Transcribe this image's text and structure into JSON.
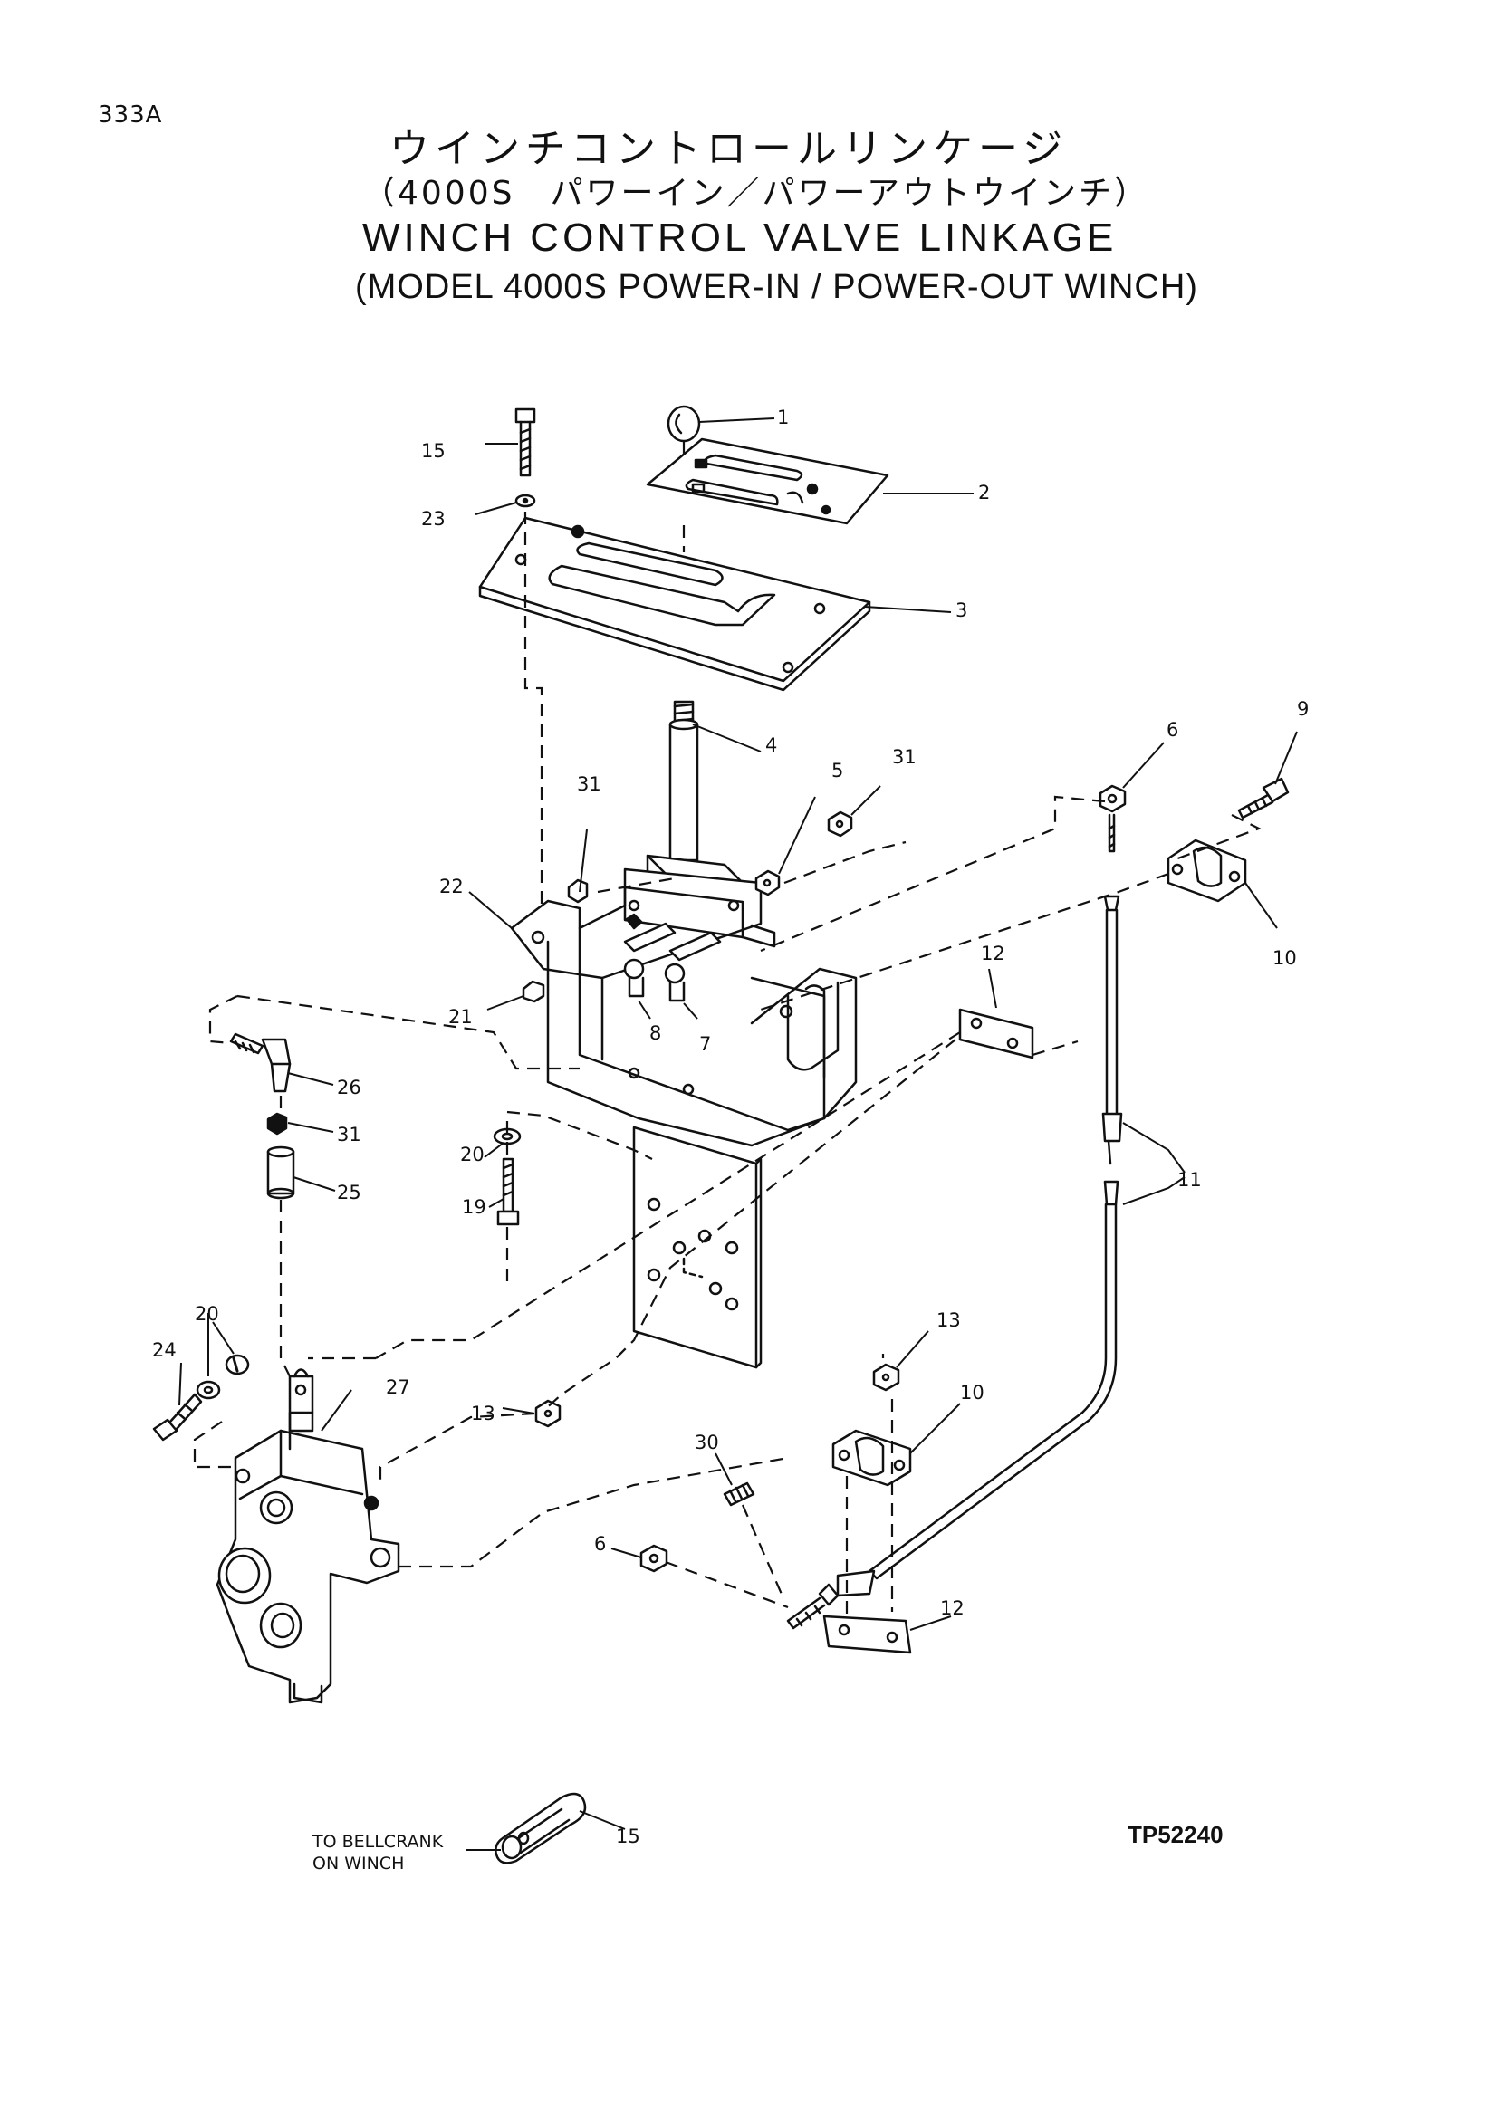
{
  "page_code": "333A",
  "title": {
    "jp_line1": "ウインチコントロールリンケージ",
    "jp_line2": "（4000S　パワーイン／パワーアウトウインチ）",
    "en_line1": "WINCH CONTROL VALVE LINKAGE",
    "en_line2": "(MODEL 4000S POWER-IN / POWER-OUT WINCH)"
  },
  "callouts": {
    "c1": "1",
    "c2": "2",
    "c3": "3",
    "c4": "4",
    "c5": "5",
    "c6a": "6",
    "c6b": "6",
    "c7": "7",
    "c8": "8",
    "c9": "9",
    "c10a": "10",
    "c10b": "10",
    "c11": "11",
    "c12a": "12",
    "c12b": "12",
    "c13a": "13",
    "c13b": "13",
    "c15a": "15",
    "c15b": "15",
    "c19": "19",
    "c20a": "20",
    "c20b": "20",
    "c21": "21",
    "c22": "22",
    "c23": "23",
    "c24": "24",
    "c25": "25",
    "c26": "26",
    "c27": "27",
    "c30": "30",
    "c31a": "31",
    "c31b": "31",
    "c31c": "31"
  },
  "note": {
    "line1": "TO BELLCRANK",
    "line2": "ON WINCH"
  },
  "reference_code": "TP52240",
  "colors": {
    "ink": "#111111",
    "paper": "#ffffff"
  }
}
